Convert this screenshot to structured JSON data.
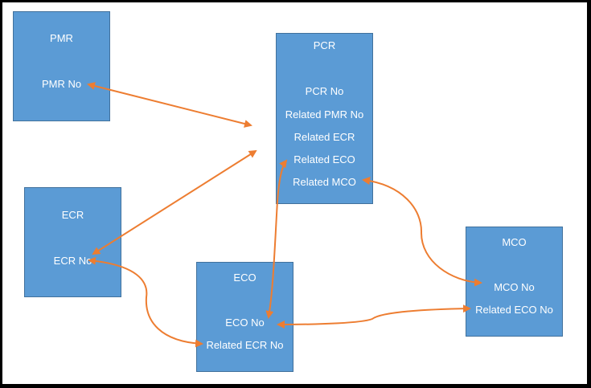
{
  "diagram": {
    "connector_color": "#ed7d31",
    "box_color": "#5b9bd5",
    "box_border_color": "#41719c",
    "entities": {
      "pmr": {
        "title": "PMR",
        "fields": [
          "PMR No"
        ]
      },
      "pcr": {
        "title": "PCR",
        "fields": [
          "PCR No",
          "Related PMR No",
          "Related ECR",
          "Related ECO",
          "Related MCO"
        ]
      },
      "ecr": {
        "title": "ECR",
        "fields": [
          "ECR No"
        ]
      },
      "eco": {
        "title": "ECO",
        "fields": [
          "ECO No",
          "Related ECR No"
        ]
      },
      "mco": {
        "title": "MCO",
        "fields": [
          "MCO No",
          "Related ECO No"
        ]
      }
    },
    "links": [
      {
        "from": "PMR.PMR No",
        "to": "PCR.Related PMR No",
        "style": "straight-double-arrow"
      },
      {
        "from": "ECR.ECR No",
        "to": "PCR.Related ECR",
        "style": "straight-double-arrow"
      },
      {
        "from": "ECR.ECR No",
        "to": "ECO.Related ECR No",
        "style": "curved-double-arrow"
      },
      {
        "from": "ECO.ECO No",
        "to": "PCR.Related ECO",
        "style": "curved-double-arrow"
      },
      {
        "from": "PCR.Related MCO",
        "to": "MCO.MCO No",
        "style": "curved-double-arrow"
      },
      {
        "from": "ECO.ECO No",
        "to": "MCO.Related ECO No",
        "style": "curved-double-arrow"
      }
    ]
  }
}
